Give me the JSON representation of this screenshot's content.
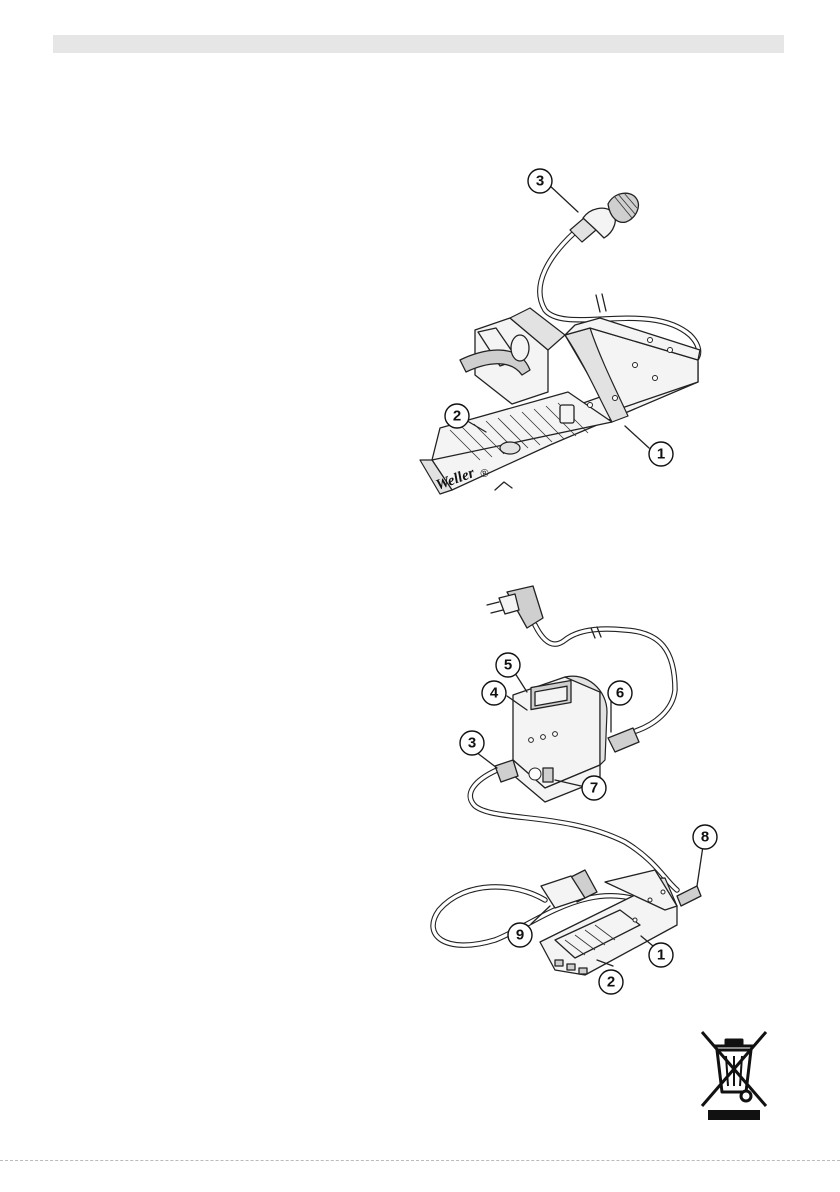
{
  "figure_top": {
    "brand": "Weller",
    "callouts": [
      "3",
      "2",
      "1"
    ]
  },
  "figure_bottom": {
    "callouts": [
      "5",
      "4",
      "6",
      "3",
      "7",
      "8",
      "9",
      "1",
      "2"
    ]
  },
  "icons": {
    "weee": "crossed-out-wheelie-bin-icon"
  }
}
